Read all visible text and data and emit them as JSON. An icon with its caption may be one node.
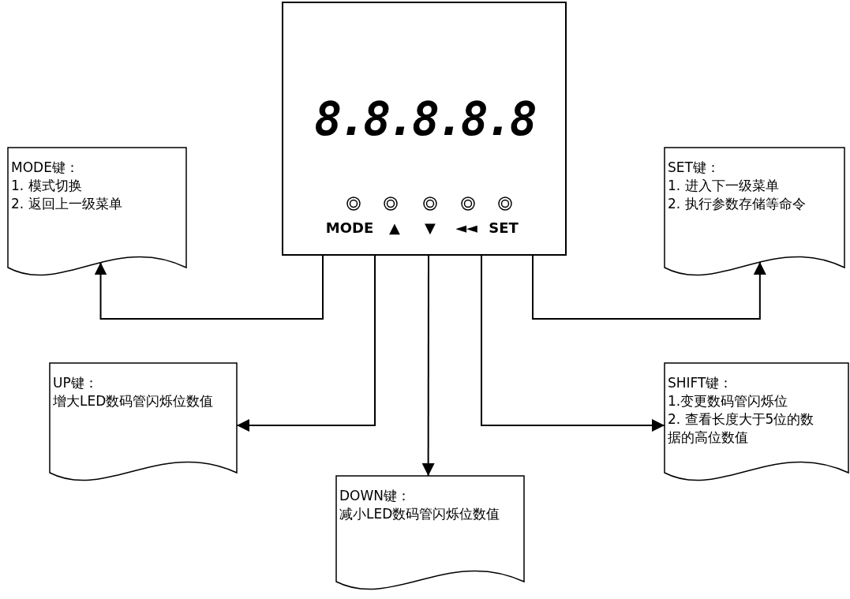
{
  "diagram": {
    "nodes": [
      {
        "text": [
          "8.8.8.8.8"
        ]
      },
      {
        "text": [
          "MODE键：",
          "1. 模式切换",
          "2. 返回上一级菜单"
        ]
      },
      {
        "text": [
          "SET键：",
          "1. 进入下一级菜单",
          "2. 执行参数存储等命令"
        ]
      },
      {
        "text": [
          "UP键：",
          "增大LED数码管闪烁位数值"
        ]
      },
      {
        "text": [
          "DOWN键：",
          "减小LED数码管闪烁位数值"
        ]
      },
      {
        "text": [
          "SHIFT键：",
          "1.变更数码管闪烁位",
          "2. 查看长度大于5位的数据的高位数值"
        ]
      }
    ],
    "edges": [
      {
        "from": 0,
        "to": 1,
        "arrow": "to"
      },
      {
        "from": 0,
        "to": 3,
        "arrow": "to"
      },
      {
        "from": 0,
        "to": 4,
        "arrow": "to"
      },
      {
        "from": 0,
        "to": 5,
        "arrow": "to"
      },
      {
        "from": 0,
        "to": 2,
        "arrow": "to"
      }
    ],
    "labels": [
      "MODE",
      "▲",
      "▼",
      "◄◄",
      "SET"
    ]
  }
}
